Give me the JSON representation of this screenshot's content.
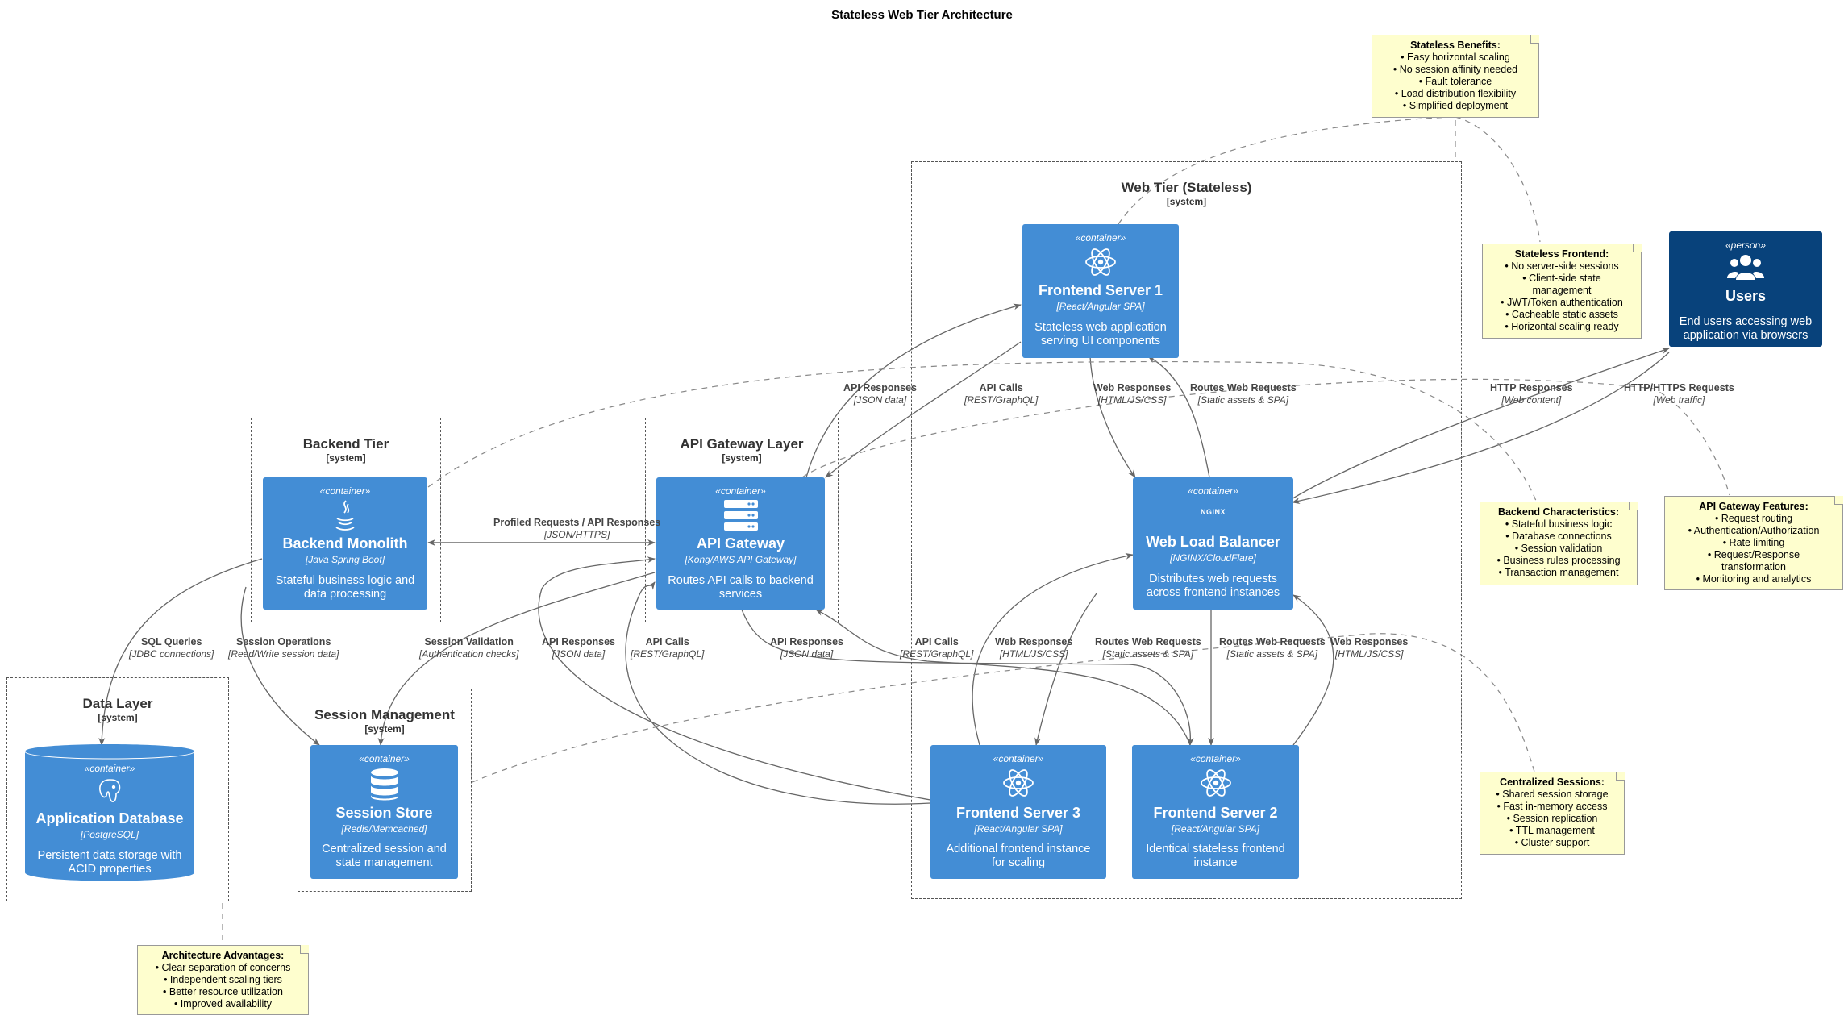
{
  "title": "Stateless Web Tier Architecture",
  "boundaries": {
    "web": {
      "name": "Web Tier (Stateless)",
      "type": "[system]"
    },
    "backend": {
      "name": "Backend Tier",
      "type": "[system]"
    },
    "gateway": {
      "name": "API Gateway Layer",
      "type": "[system]"
    },
    "data": {
      "name": "Data Layer",
      "type": "[system]"
    },
    "session": {
      "name": "Session Management",
      "type": "[system]"
    }
  },
  "elements": {
    "fe1": {
      "stereotype": "«container»",
      "name": "Frontend Server 1",
      "tech": "[React/Angular SPA]",
      "desc1": "Stateless web application",
      "desc2": "serving UI components",
      "icon": "react-icon"
    },
    "fe2": {
      "stereotype": "«container»",
      "name": "Frontend Server 2",
      "tech": "[React/Angular SPA]",
      "desc1": "Identical stateless frontend",
      "desc2": "instance",
      "icon": "react-icon"
    },
    "fe3": {
      "stereotype": "«container»",
      "name": "Frontend Server 3",
      "tech": "[React/Angular SPA]",
      "desc1": "Additional frontend instance",
      "desc2": "for scaling",
      "icon": "react-icon"
    },
    "lb": {
      "stereotype": "«container»",
      "name": "Web Load Balancer",
      "tech": "[NGINX/CloudFlare]",
      "desc1": "Distributes web requests",
      "desc2": "across frontend instances",
      "icon_text": "NGINX",
      "icon": "nginx-icon"
    },
    "gw": {
      "stereotype": "«container»",
      "name": "API Gateway",
      "tech": "[Kong/AWS API Gateway]",
      "desc1": "Routes API calls to backend",
      "desc2": "services",
      "icon": "server-icon"
    },
    "be": {
      "stereotype": "«container»",
      "name": "Backend Monolith",
      "tech": "[Java Spring Boot]",
      "desc1": "Stateful business logic and",
      "desc2": "data processing",
      "icon": "java-icon"
    },
    "db": {
      "stereotype": "«container»",
      "name": "Application Database",
      "tech": "[PostgreSQL]",
      "desc1": "Persistent data storage with",
      "desc2": "ACID properties",
      "icon": "postgresql-icon"
    },
    "ss": {
      "stereotype": "«container»",
      "name": "Session Store",
      "tech": "[Redis/Memcached]",
      "desc1": "Centralized session and",
      "desc2": "state management",
      "icon": "database-icon"
    },
    "users": {
      "stereotype": "«person»",
      "name": "Users",
      "desc1": "End users accessing web",
      "desc2": "application via browsers",
      "icon": "users-icon"
    }
  },
  "labels": {
    "fe1_gw_resp": {
      "a": "API Responses",
      "b": "[JSON data]"
    },
    "fe1_gw_calls": {
      "a": "API Calls",
      "b": "[REST/GraphQL]"
    },
    "fe1_lb_web": {
      "a": "Web Responses",
      "b": "[HTML/JS/CSS]"
    },
    "lb_fe1_routes": {
      "a": "Routes Web Requests",
      "b": "[Static assets & SPA]"
    },
    "users_http_resp": {
      "a": "HTTP Responses",
      "b": "[Web content]"
    },
    "users_http_req": {
      "a": "HTTP/HTTPS Requests",
      "b": "[Web traffic]"
    },
    "gw_be": {
      "a": "Profiled Requests / API Responses",
      "b": "[JSON/HTTPS]"
    },
    "be_db": {
      "a": "SQL Queries",
      "b": "[JDBC connections]"
    },
    "be_ss": {
      "a": "Session Operations",
      "b": "[Read/Write session data]"
    },
    "gw_ss": {
      "a": "Session Validation",
      "b": "[Authentication checks]"
    },
    "fe3_gw_resp": {
      "a": "API Responses",
      "b": "[JSON data]"
    },
    "fe3_gw_calls": {
      "a": "API Calls",
      "b": "[REST/GraphQL]"
    },
    "gw_fe2_resp": {
      "a": "API Responses",
      "b": "[JSON data]"
    },
    "fe2_gw_calls": {
      "a": "API Calls",
      "b": "[REST/GraphQL]"
    },
    "fe3_lb_web": {
      "a": "Web Responses",
      "b": "[HTML/JS/CSS]"
    },
    "lb_fe3_routes": {
      "a": "Routes Web Requests",
      "b": "[Static assets & SPA]"
    },
    "lb_fe2_routes": {
      "a": "Routes Web Requests",
      "b": "[Static assets & SPA]"
    },
    "fe2_lb_web": {
      "a": "Web Responses",
      "b": "[HTML/JS/CSS]"
    }
  },
  "notes": {
    "stateless_benefits": {
      "title": "Stateless Benefits:",
      "lines": [
        "• Easy horizontal scaling",
        "• No session affinity needed",
        "• Fault tolerance",
        "• Load distribution flexibility",
        "• Simplified deployment"
      ]
    },
    "stateless_frontend": {
      "title": "Stateless Frontend:",
      "lines": [
        "• No server-side sessions",
        "• Client-side state",
        "management",
        "• JWT/Token authentication",
        "• Cacheable static assets",
        "• Horizontal scaling ready"
      ]
    },
    "backend_char": {
      "title": "Backend Characteristics:",
      "lines": [
        "• Stateful business logic",
        "• Database connections",
        "• Session validation",
        "• Business rules processing",
        "• Transaction management"
      ]
    },
    "gateway_feat": {
      "title": "API Gateway Features:",
      "lines": [
        "• Request routing",
        "• Authentication/Authorization",
        "• Rate limiting",
        "• Request/Response",
        "transformation",
        "• Monitoring and analytics"
      ]
    },
    "central_sessions": {
      "title": "Centralized Sessions:",
      "lines": [
        "• Shared session storage",
        "• Fast in-memory access",
        "• Session replication",
        "• TTL management",
        "• Cluster support"
      ]
    },
    "arch_adv": {
      "title": "Architecture Advantages:",
      "lines": [
        "• Clear separation of concerns",
        "• Independent scaling tiers",
        "• Better resource utilization",
        "• Improved availability"
      ]
    }
  },
  "colors": {
    "container": "#438dd5",
    "person": "#08427b",
    "note": "#fefece",
    "line": "#666666"
  }
}
